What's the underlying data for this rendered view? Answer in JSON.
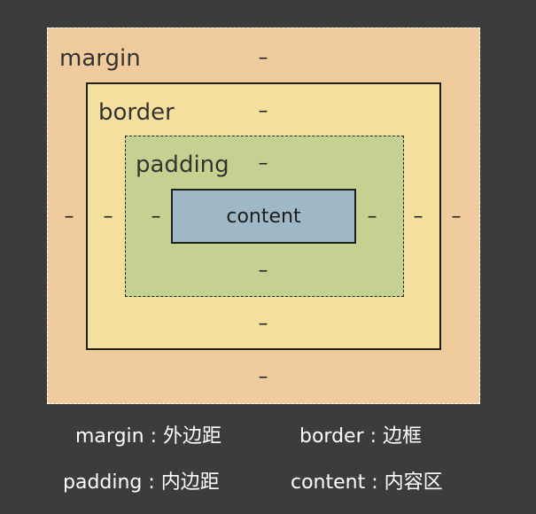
{
  "layers": {
    "margin": {
      "label": "margin",
      "top": "–",
      "bottom": "–",
      "left": "–",
      "right": "–"
    },
    "border": {
      "label": "border",
      "top": "–",
      "bottom": "–",
      "left": "–",
      "right": "–"
    },
    "padding": {
      "label": "padding",
      "top": "–",
      "bottom": "–",
      "left": "–",
      "right": "–"
    },
    "content": {
      "label": "content"
    }
  },
  "legend": {
    "margin": "margin : 外边距",
    "border": "border : 边框",
    "padding": "padding : 内边距",
    "content": "content : 内容区"
  },
  "colors": {
    "background": "#3c3c3c",
    "margin": "#efcb9d",
    "border": "#f4df9d",
    "padding": "#c5d190",
    "content": "#9fb8c5"
  }
}
